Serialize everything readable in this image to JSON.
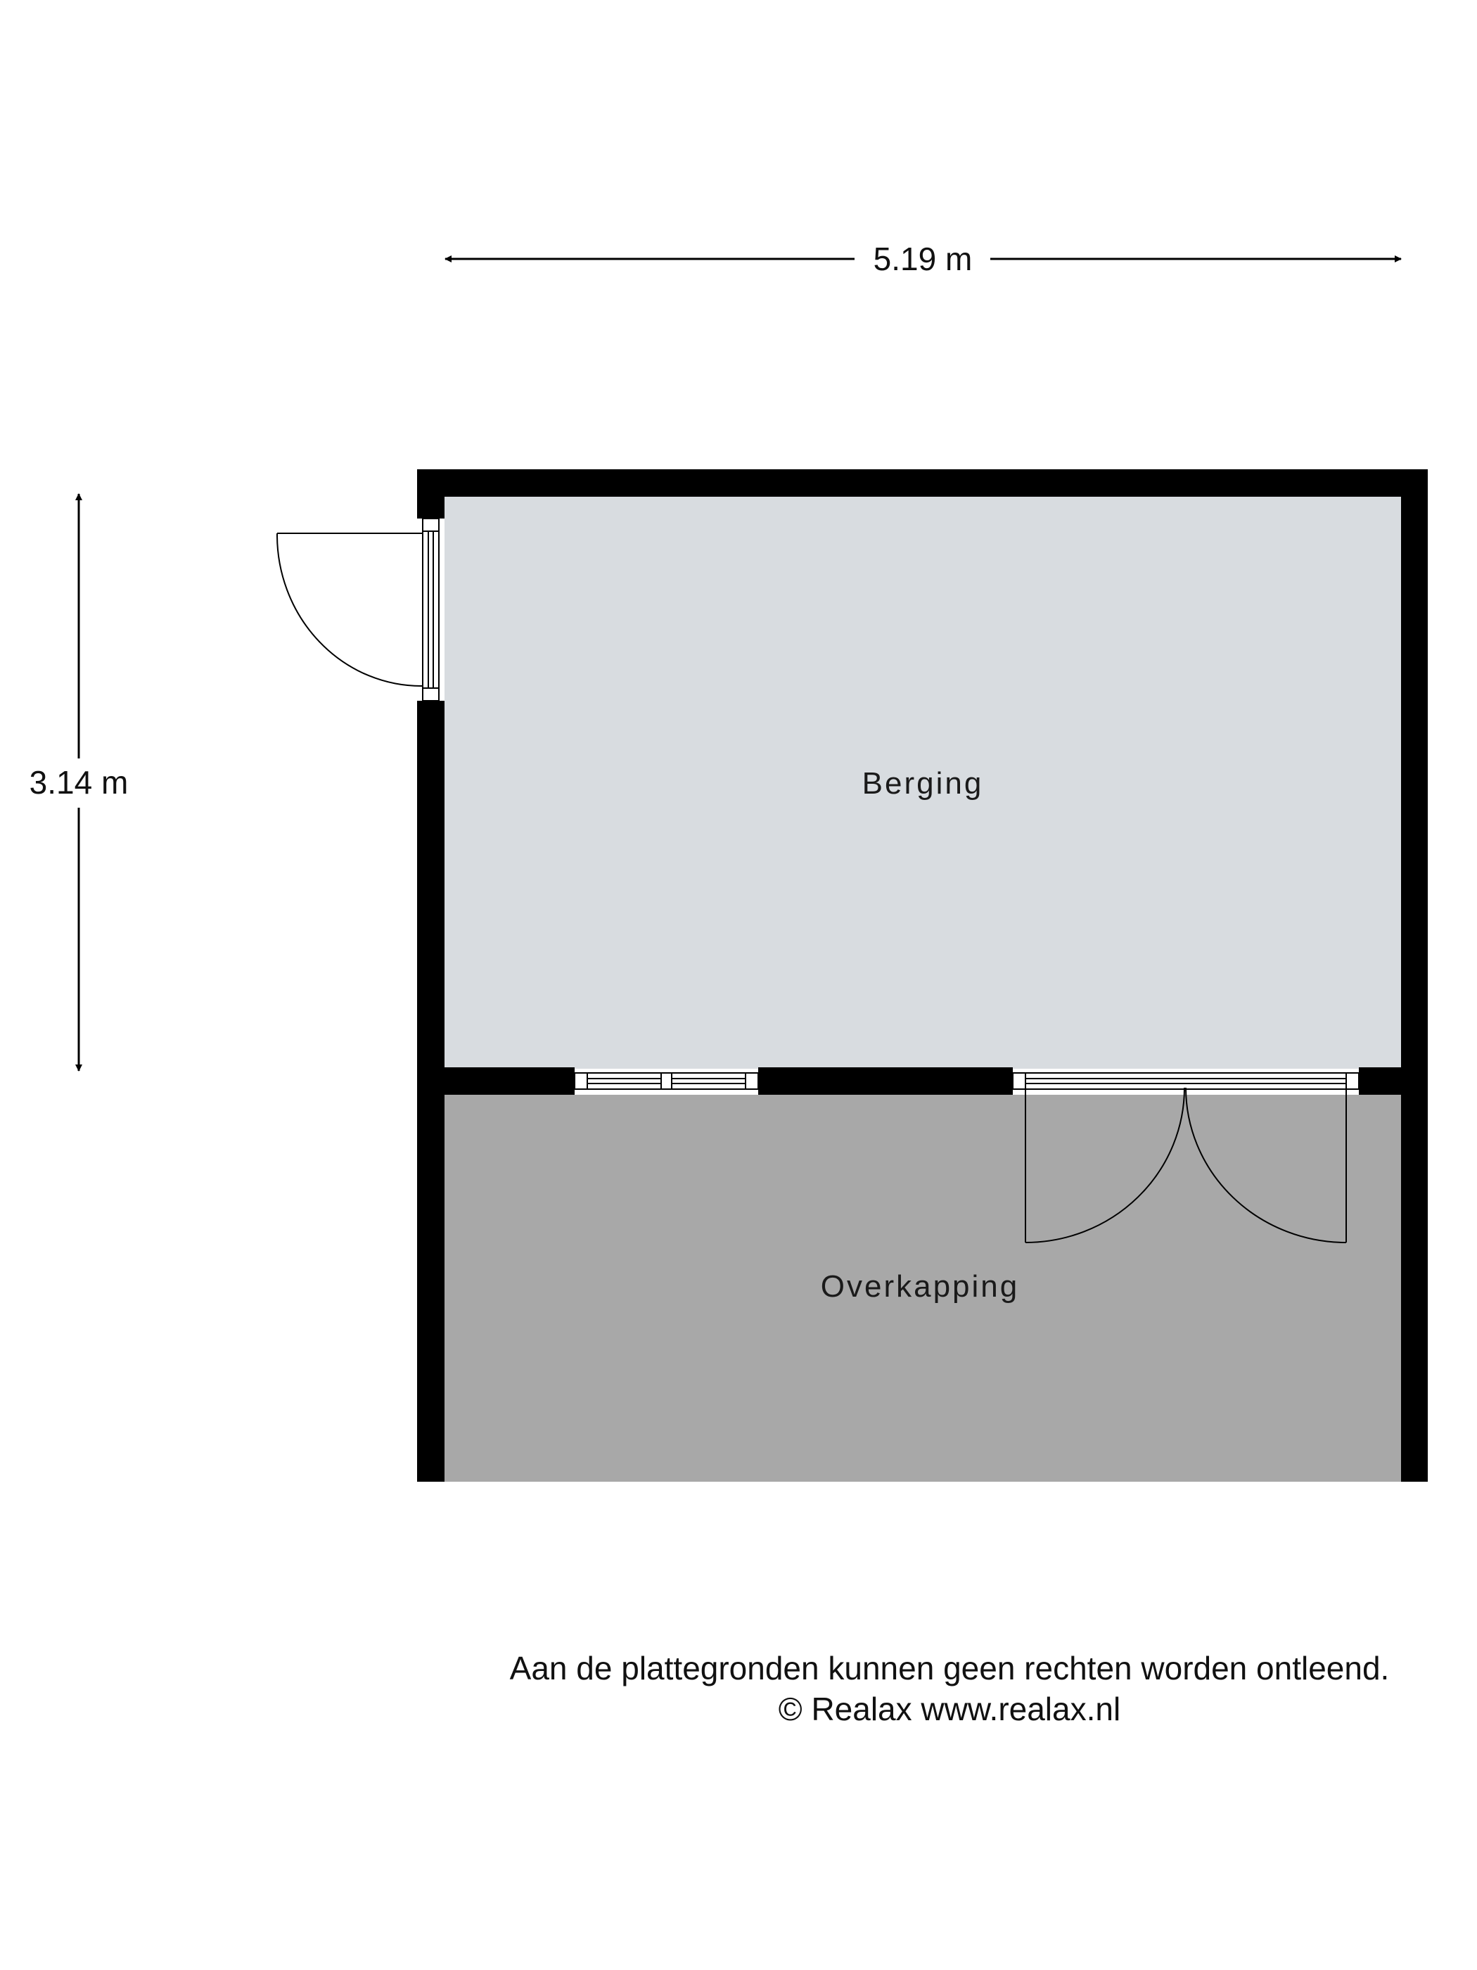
{
  "dimensions": {
    "width_label": "5.19 m",
    "height_label": "3.14 m"
  },
  "rooms": [
    {
      "name": "Berging",
      "fill": "#d8dce0"
    },
    {
      "name": "Overkapping",
      "fill": "#a8a8a8"
    }
  ],
  "wall_color": "#000000",
  "footer": {
    "disclaimer": "Aan de plattegronden kunnen geen rechten worden ontleend.",
    "copyright": "© Realax www.realax.nl"
  }
}
